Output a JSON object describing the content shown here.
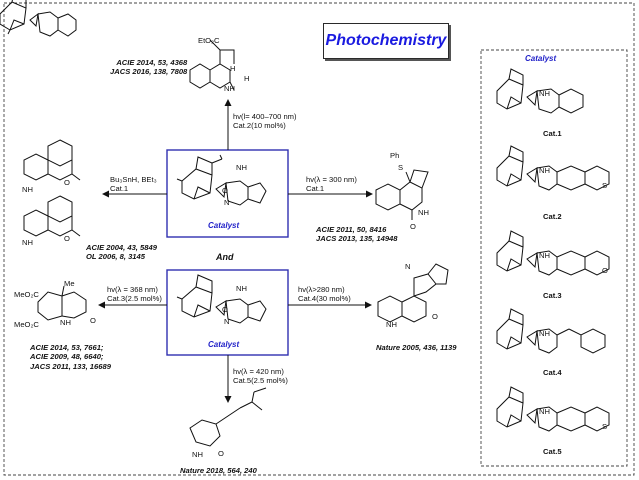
{
  "title": "Photochemistry",
  "and_label": "And",
  "sidebar": {
    "heading": "Catalyst",
    "catalysts": [
      "Cat.1",
      "Cat.2",
      "Cat.3",
      "Cat.4",
      "Cat.5"
    ]
  },
  "center_top": {
    "label": "Catalyst",
    "conditions_up": [
      "hv(l= 400–700 nm)",
      "Cat.2(10 mol%)"
    ],
    "conditions_left": [
      "Bu₃SnH, BEt₃",
      "Cat.1"
    ],
    "conditions_right": [
      "hv(λ = 300 nm)",
      "Cat.1"
    ]
  },
  "center_bottom": {
    "label": "Catalyst",
    "conditions_left": [
      "hv(λ = 368 nm)",
      "Cat.3(2.5 mol%)"
    ],
    "conditions_right": [
      "hv(λ>280 nm)",
      "Cat.4(30 mol%)"
    ],
    "conditions_down": [
      "hv(λ = 420 nm)",
      "Cat.5(2.5 mol%)"
    ]
  },
  "refs": {
    "top": [
      "ACIE 2014, 53, 4368",
      "JACS 2016, 138, 7808"
    ],
    "left_top": [
      "ACIE 2004, 43, 5849",
      "OL 2006, 8, 3145"
    ],
    "right_top": [
      "ACIE 2011, 50, 8416",
      "JACS 2013, 135, 14948"
    ],
    "left_bottom": [
      "ACIE 2014, 53, 7661;",
      "ACIE 2009, 48, 6640;",
      "JACS 2011, 133, 16689"
    ],
    "right_bottom": [
      "Nature 2005, 436, 1139"
    ],
    "bottom": [
      "Nature 2018, 564, 240"
    ]
  },
  "atoms": {
    "co2et": "EtO₂C",
    "h": "H",
    "nh": "NH",
    "n": "N",
    "o": "O",
    "s": "S",
    "ph": "Ph",
    "meo2c": "MeO₂C",
    "me": "Me"
  }
}
